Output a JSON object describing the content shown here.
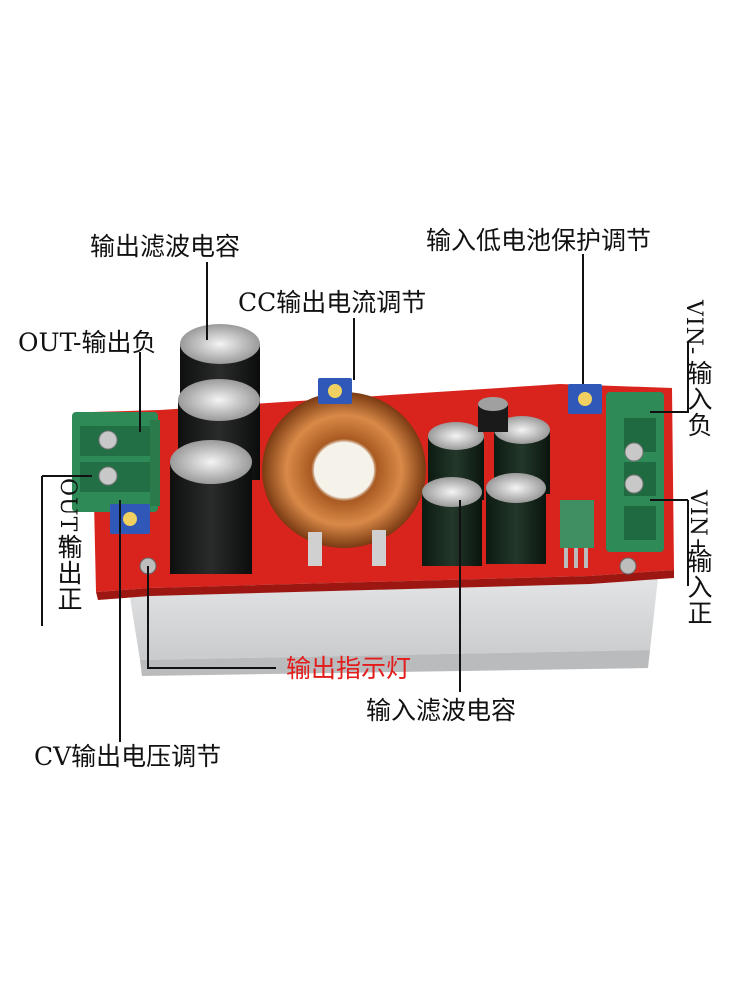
{
  "labels": {
    "output_filter_cap": "输出滤波电容",
    "input_low_batt_protect": "输入低电池保护调节",
    "cc_current_adjust": "CC输出电流调节",
    "out_neg": "OUT-输出负",
    "vin_neg_en": "VIN-",
    "vin_neg_zh": "输入负",
    "out_pos_en": "OUT+",
    "out_pos_zh": "输出正",
    "vin_pos_en": "VIN+",
    "vin_pos_zh": "输入正",
    "output_indicator": "输出指示灯",
    "input_filter_cap": "输入滤波电容",
    "cv_voltage_adjust": "CV输出电压调节"
  },
  "colors": {
    "pcb": "#d8241d",
    "terminal": "#2e8a57",
    "heatsink": "#d9dadb",
    "indicator_label": "#e31b1b"
  }
}
